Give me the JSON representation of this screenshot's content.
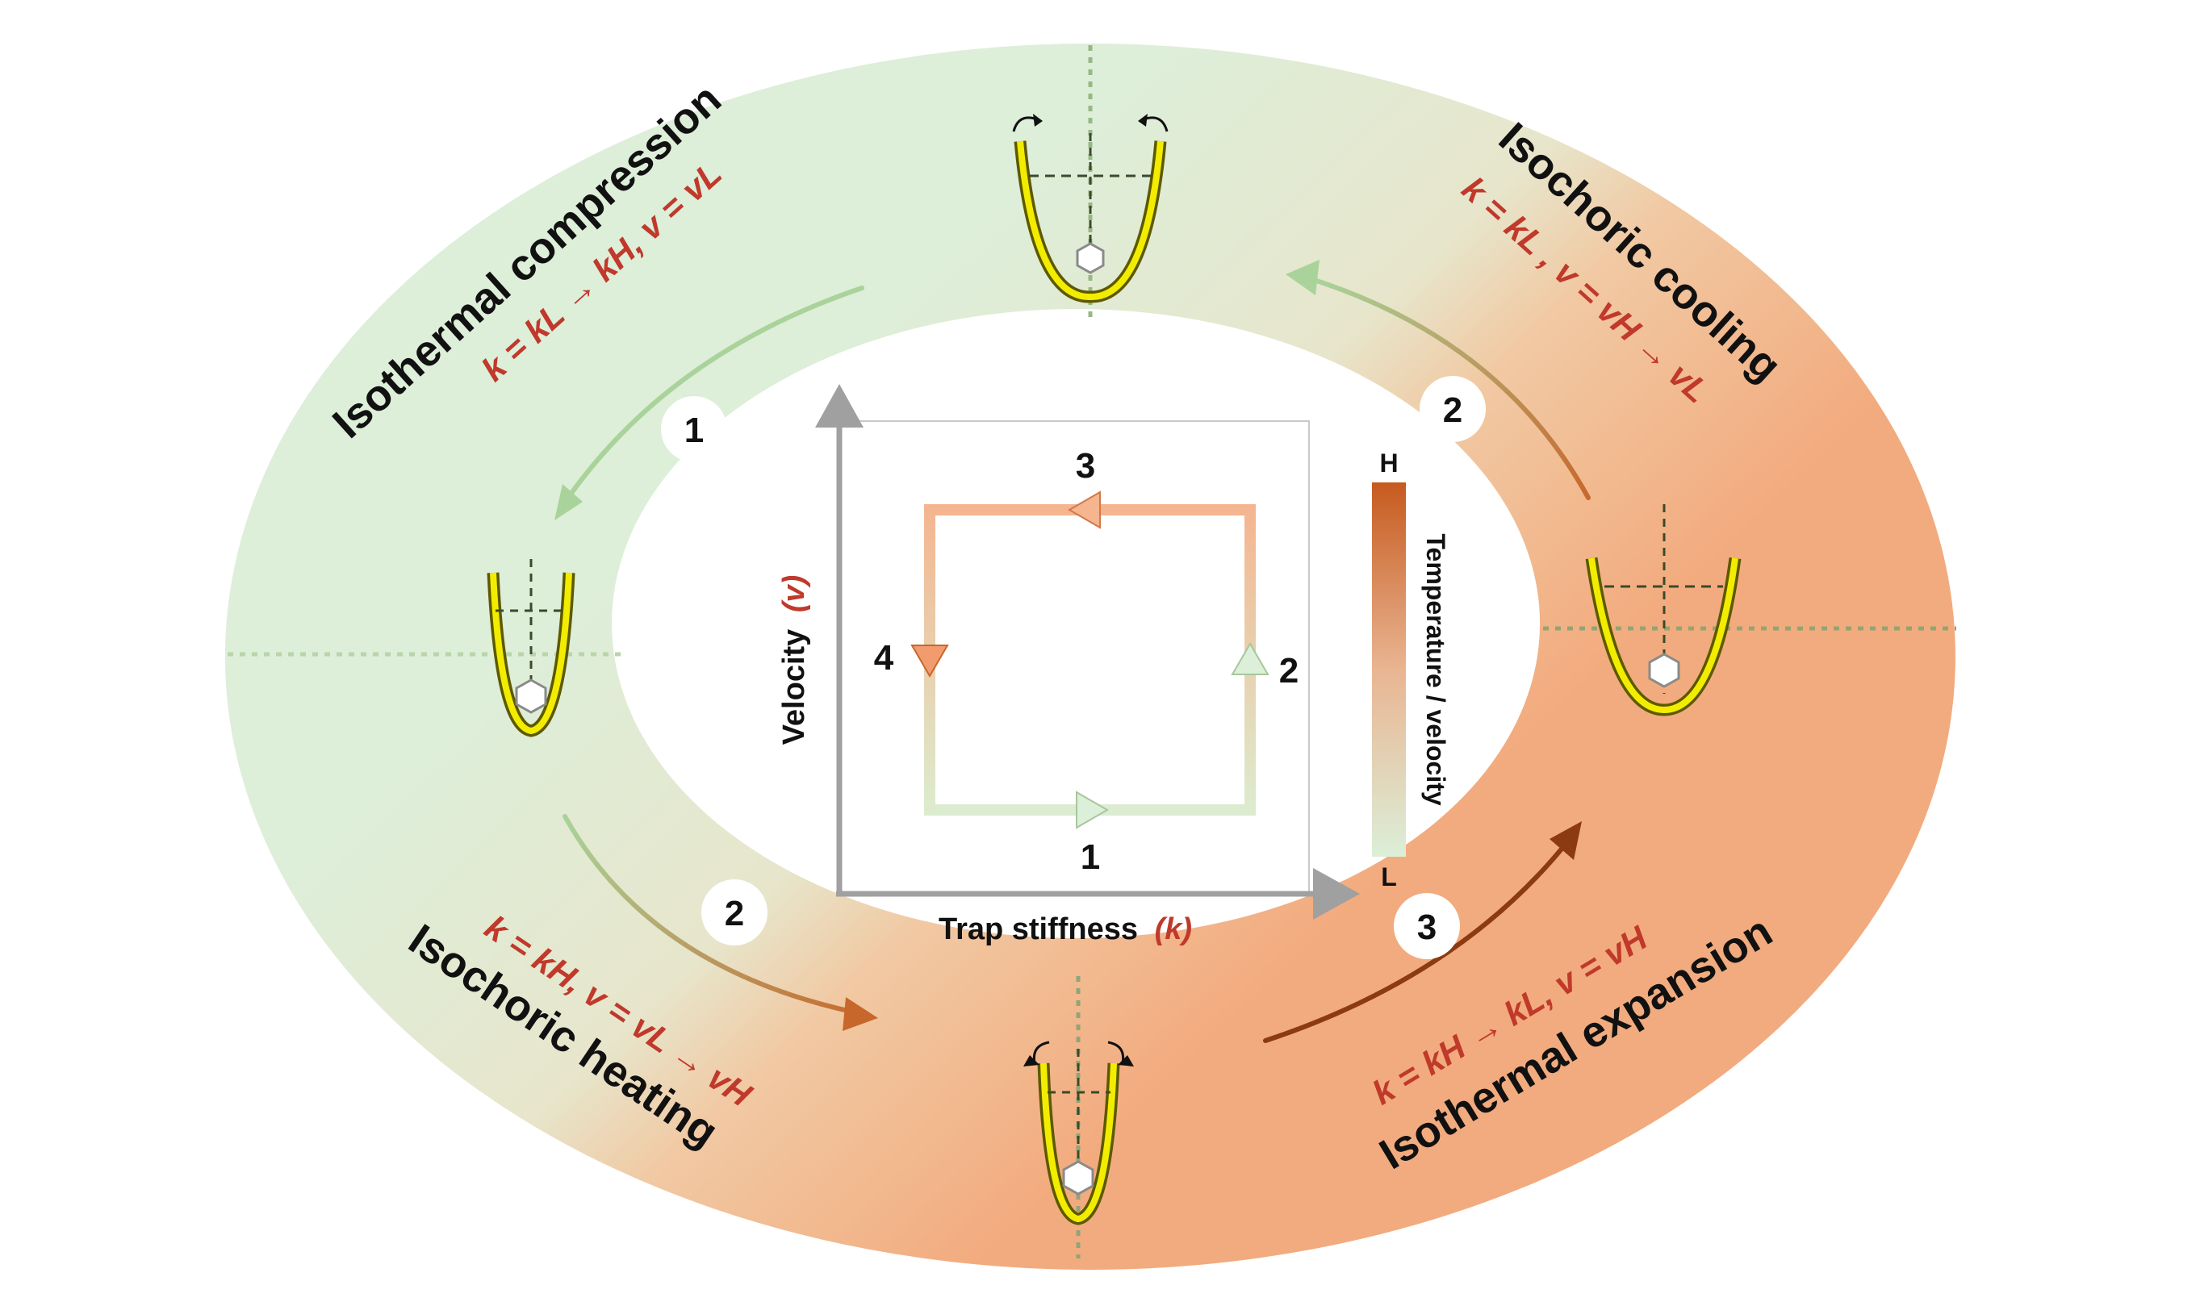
{
  "stages": {
    "isothermal_compression": {
      "title": "Isothermal compression",
      "equation": "k = kL → kH, v = vL"
    },
    "isochoric_cooling": {
      "title": "Isochoric cooling",
      "equation": "k = kL , v = vH → vL"
    },
    "isochoric_heating": {
      "title": "Isochoric heating",
      "equation": "k = kH, v = vL → vH"
    },
    "isothermal_expansion": {
      "title": "Isothermal expansion",
      "equation": "k = kH → kL, v = vH"
    }
  },
  "step_badges": {
    "compression": "1",
    "heating": "2",
    "expansion": "3",
    "cooling": "2"
  },
  "cycle": {
    "axis_x_label": "Trap stiffness",
    "axis_x_symbol": "(k)",
    "axis_y_label": "Velocity",
    "axis_y_symbol": "(v)",
    "edge_labels": {
      "bottom": "1",
      "right": "2",
      "top": "3",
      "left": "4"
    }
  },
  "colorbar": {
    "title": "Temperature / velocity",
    "high": "H",
    "low": "L"
  },
  "colors": {
    "cool": "#dcefd8",
    "hot": "#f2a97b",
    "arrow_hot": "#c8672b",
    "arrow_dark": "#8b3a12",
    "accent_red": "#c0392b"
  }
}
